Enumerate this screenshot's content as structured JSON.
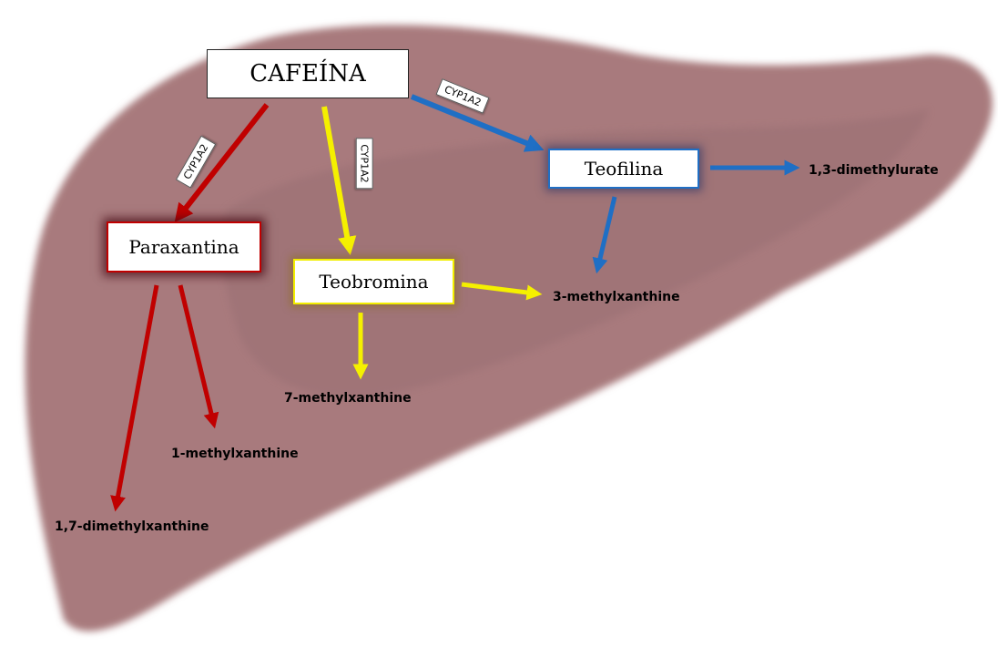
{
  "colors": {
    "liver_fill": "#a87a7d",
    "liver_inner": "#9a6f73",
    "red_path": "#c00000",
    "yellow_path": "#f5f000",
    "blue_path": "#1f6fc5"
  },
  "nodes": {
    "cafeina": "CAFEÍNA",
    "paraxantina": "Paraxantina",
    "teobromina": "Teobromina",
    "teofilina": "Teofilina"
  },
  "enzymes": {
    "red": "CYP1A2",
    "yellow": "CYP1A2",
    "blue": "CYP1A2"
  },
  "metabolites": {
    "dimethylurate_1_3": "1,3-dimethylurate",
    "methylxanthine_3": "3-methylxanthine",
    "methylxanthine_7": "7-methylxanthine",
    "methylxanthine_1": "1-methylxanthine",
    "dimethylxanthine_1_7": "1,7-dimethylxanthine"
  },
  "edges": [
    {
      "from": "cafeina",
      "to": "paraxantina",
      "color": "red",
      "enzyme": "CYP1A2"
    },
    {
      "from": "cafeina",
      "to": "teobromina",
      "color": "yellow",
      "enzyme": "CYP1A2"
    },
    {
      "from": "cafeina",
      "to": "teofilina",
      "color": "blue",
      "enzyme": "CYP1A2"
    },
    {
      "from": "teofilina",
      "to": "1,3-dimethylurate",
      "color": "blue"
    },
    {
      "from": "teofilina",
      "to": "3-methylxanthine",
      "color": "blue"
    },
    {
      "from": "teobromina",
      "to": "3-methylxanthine",
      "color": "yellow"
    },
    {
      "from": "teobromina",
      "to": "7-methylxanthine",
      "color": "yellow"
    },
    {
      "from": "paraxantina",
      "to": "1-methylxanthine",
      "color": "red"
    },
    {
      "from": "paraxantina",
      "to": "1,7-dimethylxanthine",
      "color": "red"
    }
  ]
}
